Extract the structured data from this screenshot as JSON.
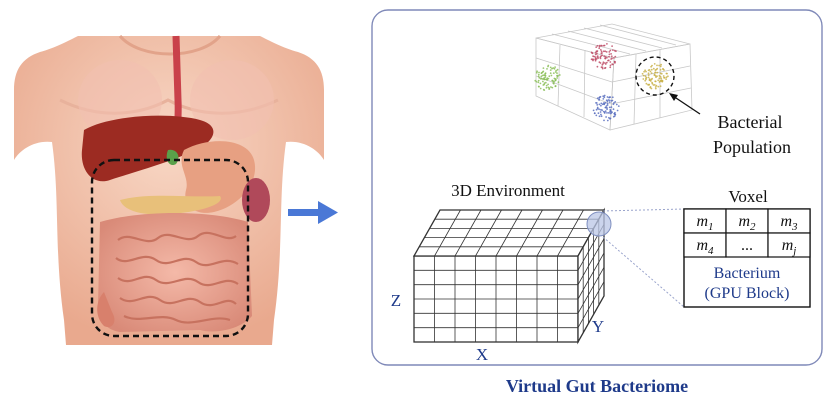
{
  "panel": {
    "caption": "Virtual Gut Bacteriome"
  },
  "scatter": {
    "label_line1": "Bacterial",
    "label_line2": "Population",
    "cluster_colors": [
      "#c0506a",
      "#8cc05a",
      "#c9b24a",
      "#5a70c0"
    ]
  },
  "environment": {
    "title": "3D Environment",
    "axis_x": "X",
    "axis_y": "Y",
    "axis_z": "Z"
  },
  "voxel": {
    "title": "Voxel",
    "cells": [
      {
        "base": "m",
        "sub": "1"
      },
      {
        "base": "m",
        "sub": "2"
      },
      {
        "base": "m",
        "sub": "3"
      },
      {
        "base": "m",
        "sub": "4"
      },
      {
        "base": "...",
        "sub": ""
      },
      {
        "base": "m",
        "sub": "j"
      }
    ],
    "bacterium_line1": "Bacterium",
    "bacterium_line2": "(GPU Block)"
  },
  "colors": {
    "accent": "#1e3a8a",
    "arrow": "#4a78d6",
    "panel_border": "#7f89b8"
  }
}
